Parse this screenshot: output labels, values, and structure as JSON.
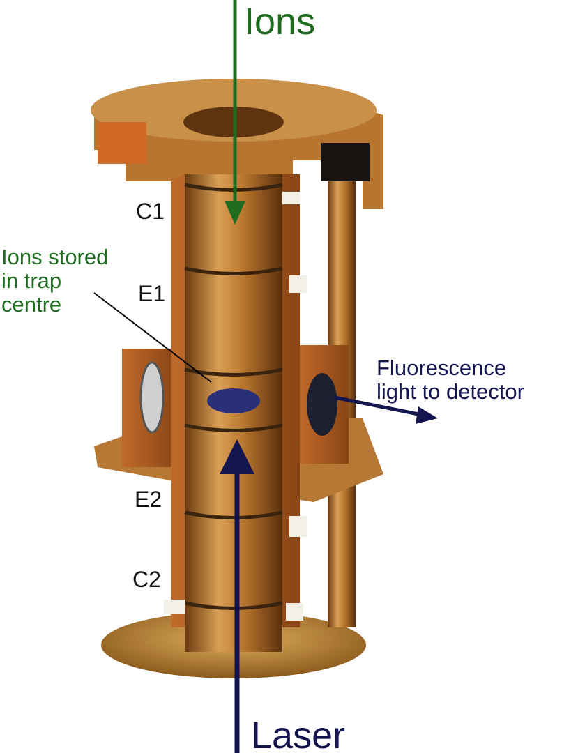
{
  "labels": {
    "ions_top": "Ions",
    "laser": "Laser",
    "electrodes": [
      "C1",
      "E1",
      "E2",
      "C2"
    ],
    "ions_stored": [
      "Ions stored",
      "in trap",
      "centre"
    ],
    "fluorescence": [
      "Fluorescence",
      "light to detector"
    ]
  },
  "colors": {
    "ions": "#1f6b1f",
    "laser": "#14144f",
    "copper": "#b8742e"
  }
}
